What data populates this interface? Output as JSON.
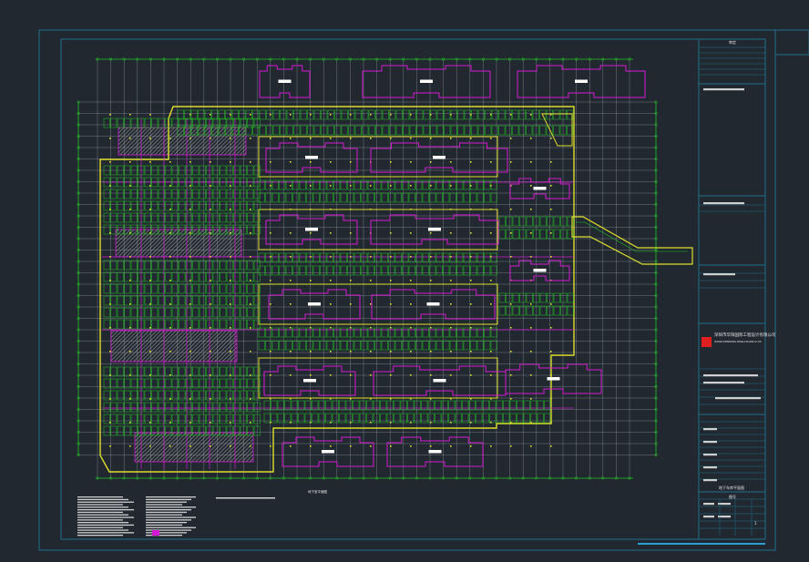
{
  "drawing": {
    "plan_title": "地下室平面图",
    "firm_name_cn": "深圳市华阳国际工程设计有限公司",
    "firm_name_en": "HUAYANG INTERNATIONAL DESIGN & BUILDING CO.,LTD.",
    "drawing_name": "地下车库平面图",
    "stamp_label": "审定",
    "title_block_label": "图号",
    "sheet_no": "1"
  },
  "colors": {
    "background": "#212830",
    "frame": "#1f6f8b",
    "building": "#d21ad2",
    "structure": "#dede2c",
    "grid": "#ffffff",
    "parking": "#22c322",
    "hatch": "#9a9a9a",
    "logo": "#e02020"
  }
}
